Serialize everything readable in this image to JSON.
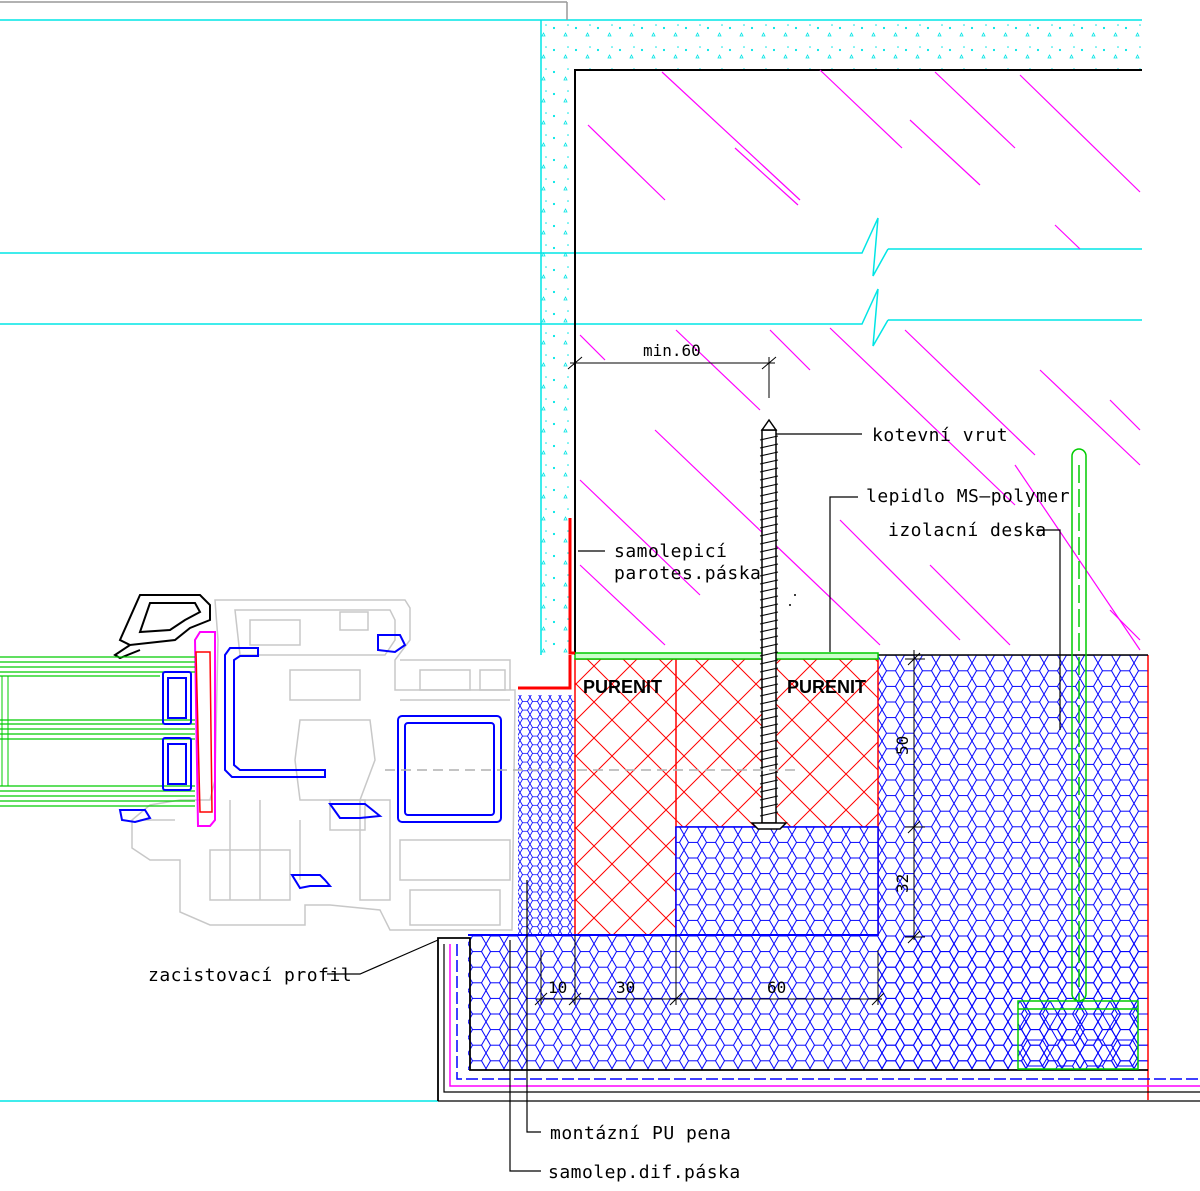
{
  "labels": {
    "kotevni_vrut": "kotevní vrut",
    "lepidlo": "lepidlo MS–polymer",
    "izolacni_deska": "izolacní deska",
    "samolepici_1": "samolepicí",
    "samolepici_2": "parotes.páska",
    "purenit_left": "PURENIT",
    "purenit_right": "PURENIT",
    "zacistovaci": "zacistovací profil",
    "montazni": "montázní PU pena",
    "samolep_dif": "samolep.dif.páska"
  },
  "dimensions": {
    "min60": "min.60",
    "d50": "50",
    "d32": "32",
    "d10": "10",
    "d30": "30",
    "d60": "60"
  },
  "colors": {
    "cyan": "#00e5e5",
    "magenta": "#ff00ff",
    "red": "#ff0000",
    "blue": "#0000ff",
    "green": "#00cc00",
    "grey": "#c8c8c8",
    "black": "#000000"
  }
}
